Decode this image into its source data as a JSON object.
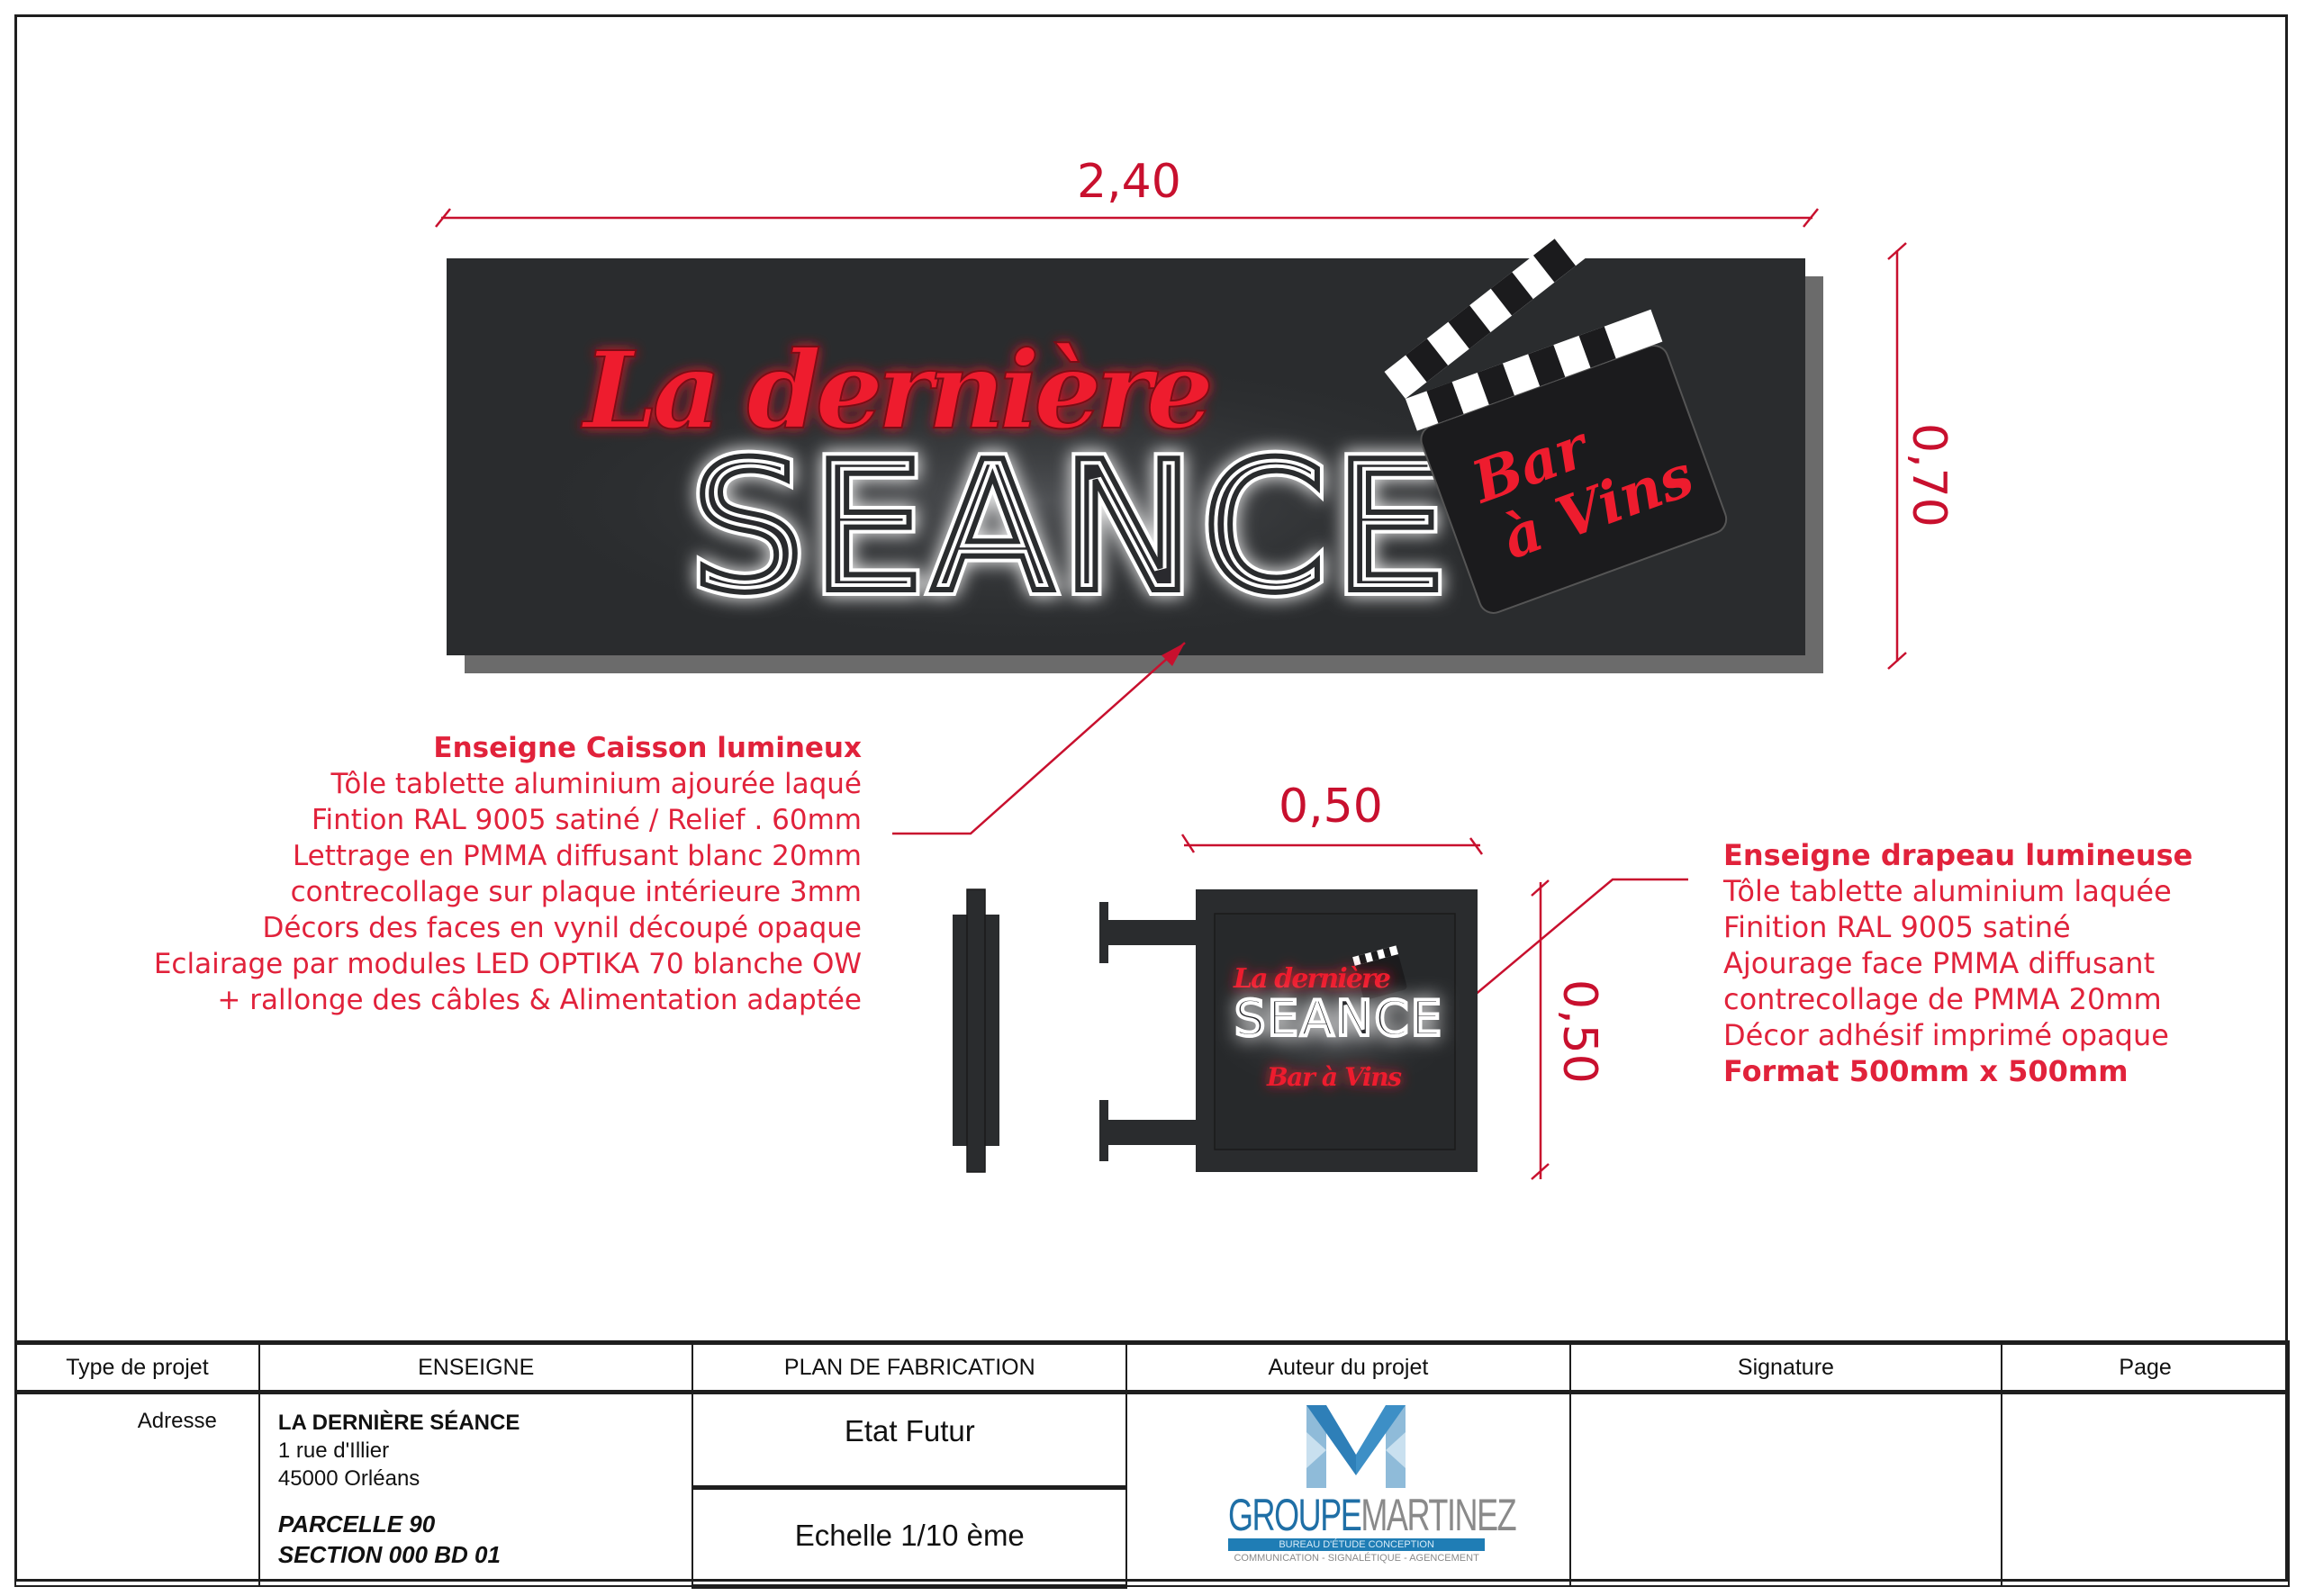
{
  "dimensions": {
    "main_width": "2,40",
    "main_height": "0,70",
    "flag_width": "0,50",
    "flag_height": "0,50"
  },
  "main_sign": {
    "line1": "La dernière",
    "line2": "SEANCE",
    "clapper_text_1": "Bar",
    "clapper_text_2": "à Vins"
  },
  "flag_sign": {
    "line1": "La dernière",
    "line2": "SEANCE",
    "line3": "Bar à Vins"
  },
  "caisson_description": {
    "title": "Enseigne Caisson lumineux",
    "lines": [
      "Tôle tablette aluminium ajourée laqué",
      "Fintion RAL 9005 satiné / Relief . 60mm",
      "Lettrage en PMMA diffusant blanc 20mm",
      "contrecollage sur plaque intérieure 3mm",
      "Décors des faces en vynil découpé opaque",
      "Eclairage par modules LED OPTIKA 70 blanche OW",
      "+ rallonge des câbles & Alimentation adaptée"
    ]
  },
  "drapeau_description": {
    "title": "Enseigne drapeau lumineuse",
    "lines": [
      "Tôle tablette aluminium laquée",
      "Finition RAL 9005 satiné",
      "Ajourage face PMMA diffusant",
      "contrecollage de PMMA 20mm",
      "Décor adhésif imprimé opaque"
    ],
    "format": "Format 500mm x 500mm"
  },
  "title_block": {
    "headers": [
      "Type de projet",
      "ENSEIGNE",
      "PLAN DE FABRICATION",
      "Auteur du projet",
      "Signature",
      "Page"
    ],
    "address_label": "Adresse",
    "client_name": "LA DERNIÈRE SÉANCE",
    "street": "1 rue d'Illier",
    "city": "45000 Orléans",
    "parcelle": "PARCELLE  90",
    "section": "SECTION  000 BD 01",
    "state": "Etat Futur",
    "scale": "Echelle 1/10 ème",
    "signature": "",
    "page": ""
  },
  "logo": {
    "name_part1": "GROUPE",
    "name_part2": "MARTINEZ",
    "banner": "BUREAU D'ÉTUDE CONCEPTION",
    "tagline": "COMMUNICATION - SIGNALÉTIQUE - AGENCEMENT"
  },
  "colors": {
    "annotation_red": "#e1223b",
    "sign_dark": "#2a2c2e",
    "logo_blue": "#1f7db5"
  }
}
